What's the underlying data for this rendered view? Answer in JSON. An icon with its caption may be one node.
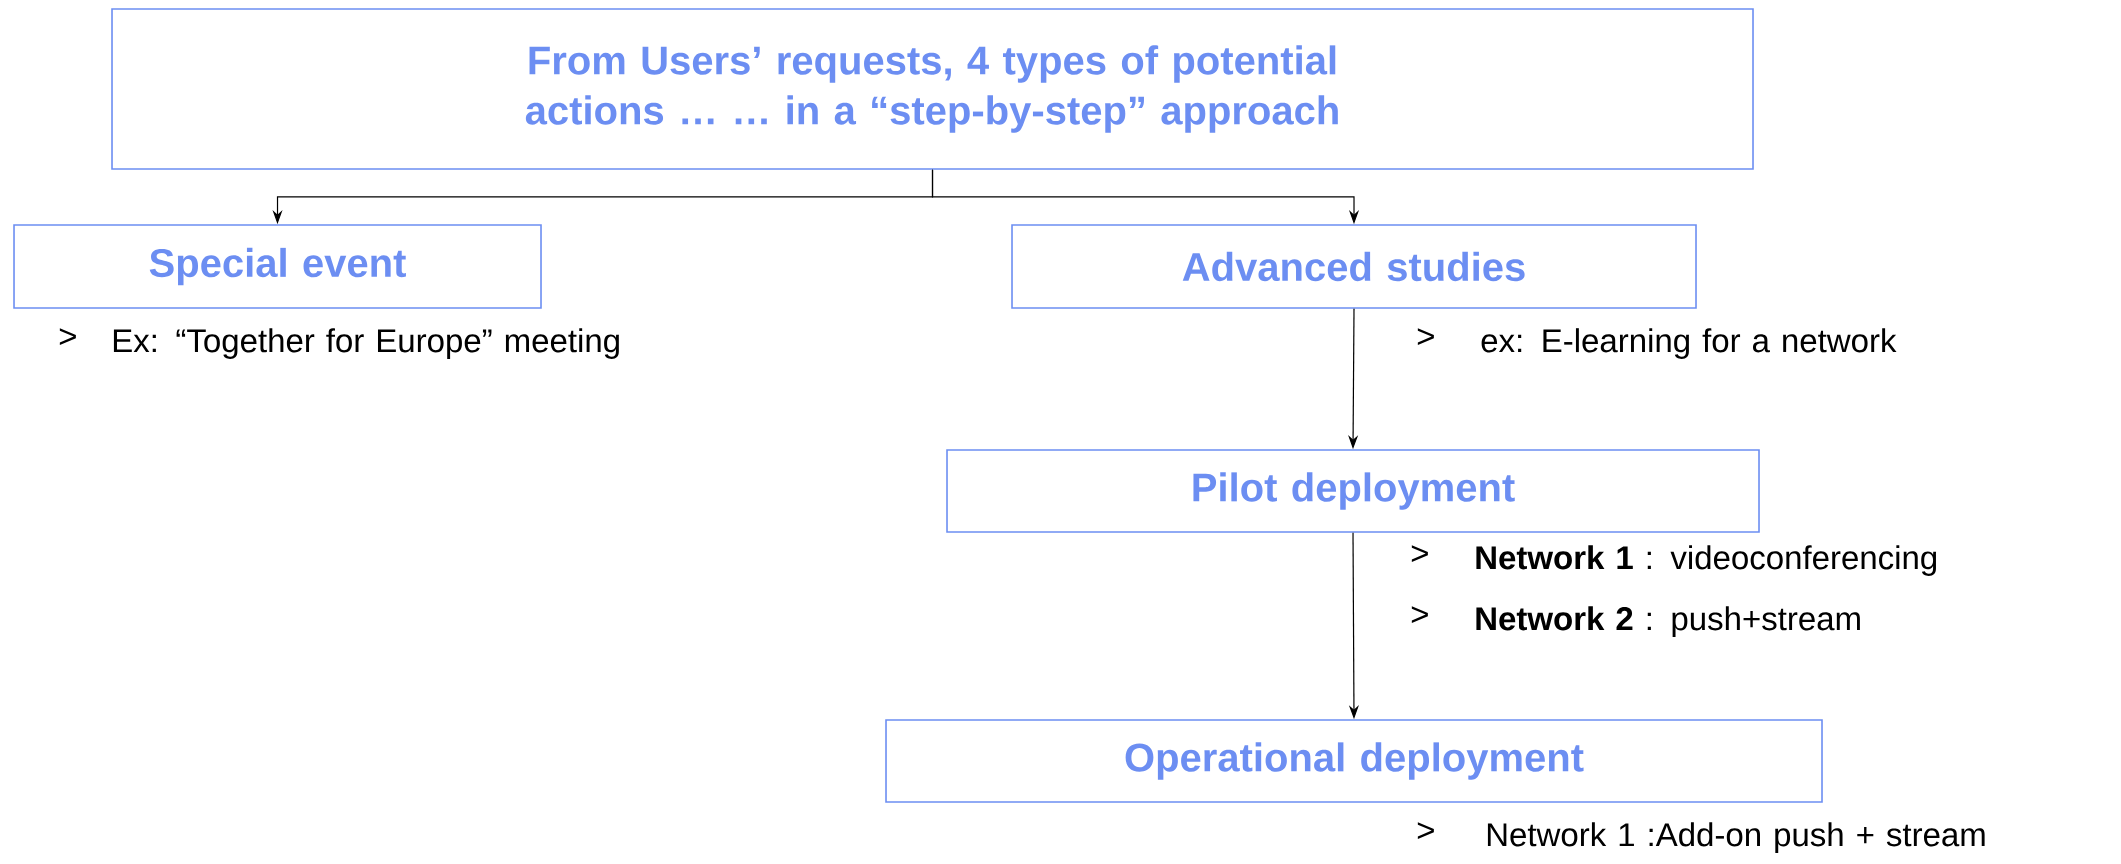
{
  "diagram": {
    "nodes": [
      {
        "text": [
          "From Users’ requests, 4 types of potential actions … … in a “step-by-step” approach"
        ]
      },
      {
        "text": [
          "Special event"
        ],
        "beside": [
          ">",
          "Ex: “Together for Europe” meeting"
        ]
      },
      {
        "text": [
          "Advanced studies"
        ],
        "beside": [
          ">",
          "ex: E-learning for a network"
        ]
      },
      {
        "text": [
          "Pilot deployment"
        ],
        "beside": [
          ">",
          "**Network 1** : videoconferencing",
          ">",
          "**Network 2** : push+stream"
        ]
      },
      {
        "text": [
          "Operational deployment"
        ],
        "beside": [
          ">",
          "Network 1 :Add-on push + stream"
        ]
      }
    ],
    "edges": [
      {
        "from": 0,
        "to": 1,
        "arrow": "to"
      },
      {
        "from": 0,
        "to": 2,
        "arrow": "to"
      },
      {
        "from": 2,
        "to": 3,
        "arrow": "to"
      },
      {
        "from": 3,
        "to": 4,
        "arrow": "to"
      }
    ]
  }
}
